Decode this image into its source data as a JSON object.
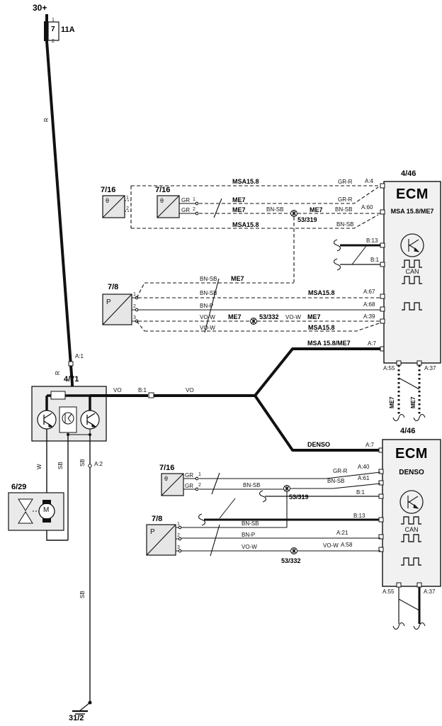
{
  "power": {
    "rail": "30+",
    "fuse_pin_top": "1",
    "fuse_number": "7",
    "fuse_pin_bottom": "2",
    "fuse_rating": "11A",
    "wire_color_top": "R",
    "wire_color_bottom": "R"
  },
  "module_4_71": {
    "id": "4/71",
    "pin_in": "A:1",
    "out_wire_color": "VO",
    "out_pin": "B:1",
    "out_wire_color2": "VO",
    "wire_w": "W",
    "wire_sb_left": "SB",
    "wire_sb_right": "SB",
    "pin_a2": "A:2"
  },
  "fan_6_29": {
    "id": "6/29",
    "motor_symbol": "M"
  },
  "ground": {
    "wire_color": "SB",
    "id": "31/2"
  },
  "trunk": {
    "upper_label": "MSA 15.8/ME7",
    "lower_label": "DENSO"
  },
  "ecm_upper": {
    "id": "4/46",
    "title": "ECM",
    "subtitle": "MSA 15.8/ME7",
    "can_label": "CAN",
    "pin_a4": "A:4",
    "pin_a60": "A:60",
    "pin_b13": "B:13",
    "pin_b1": "B:1",
    "pin_a67": "A:67",
    "pin_a68": "A:68",
    "pin_a39": "A:39",
    "pin_a7": "A:7",
    "pin_a55": "A:55",
    "pin_a37": "A:37",
    "wire_me7_left": "ME7",
    "wire_me7_right": "ME7"
  },
  "ecm_lower": {
    "id": "4/46",
    "title": "ECM",
    "subtitle": "DENSO",
    "can_label": "CAN",
    "pin_a7": "A:7",
    "pin_a40": "A:40",
    "pin_a61": "A:61",
    "pin_b1": "B:1",
    "pin_b13": "B:13",
    "pin_a21": "A:21",
    "pin_a58": "A:58",
    "pin_a55": "A:55",
    "pin_a37": "A:37"
  },
  "temp_upper": {
    "sensor_left": {
      "id": "7/16",
      "symbol": "θ",
      "pin1": "1",
      "pin2": "2"
    },
    "sensor_right": {
      "id": "7/16",
      "symbol": "θ",
      "wire1": "GR",
      "pin1": "1",
      "wire2": "GR",
      "pin2": "2"
    },
    "row1_system": "MSA15.8",
    "row1_color": "GR-R",
    "row2_system": "ME7",
    "row2_color": "GR-R",
    "row3_system_a": "ME7",
    "row3_color_a": "BN-SB",
    "row3_splice": "53/319",
    "row3_system_b": "ME7",
    "row3_color_b": "BN-SB",
    "row4_system": "MSA15.8",
    "row4_color": "BN-SB"
  },
  "press_upper": {
    "sensor": {
      "id": "7/8",
      "symbol": "P",
      "pin1": "1",
      "pin2": "2",
      "pin3": "3"
    },
    "rowA_color": "BN-SB",
    "rowA_system": "ME7",
    "rowB_color": "BN-SB",
    "rowB_system": "MSA15.8",
    "rowC_color": "BN-P",
    "rowD_color_a": "VO-W",
    "rowD_system_a": "ME7",
    "rowD_splice": "53/332",
    "rowD_color_b": "VO-W",
    "rowD_system_b": "ME7",
    "rowE_color": "VO-W",
    "rowE_system": "MSA15.8"
  },
  "temp_lower": {
    "sensor": {
      "id": "7/16",
      "symbol": "θ",
      "wire1": "GR",
      "pin1": "1",
      "wire2": "GR",
      "pin2": "2"
    },
    "row1_color": "GR-R",
    "row2_color_a": "BN-SB",
    "row2_splice": "53/319",
    "row2_color_b": "BN-SB"
  },
  "press_lower": {
    "sensor": {
      "id": "7/8",
      "symbol": "P",
      "pin1": "1",
      "pin2": "2",
      "pin3": "3"
    },
    "row3_color": "BN-SB",
    "row4_color": "BN-P",
    "row5_color_a": "VO-W",
    "row5_splice": "53/332",
    "row5_color_b": "VO-W"
  }
}
